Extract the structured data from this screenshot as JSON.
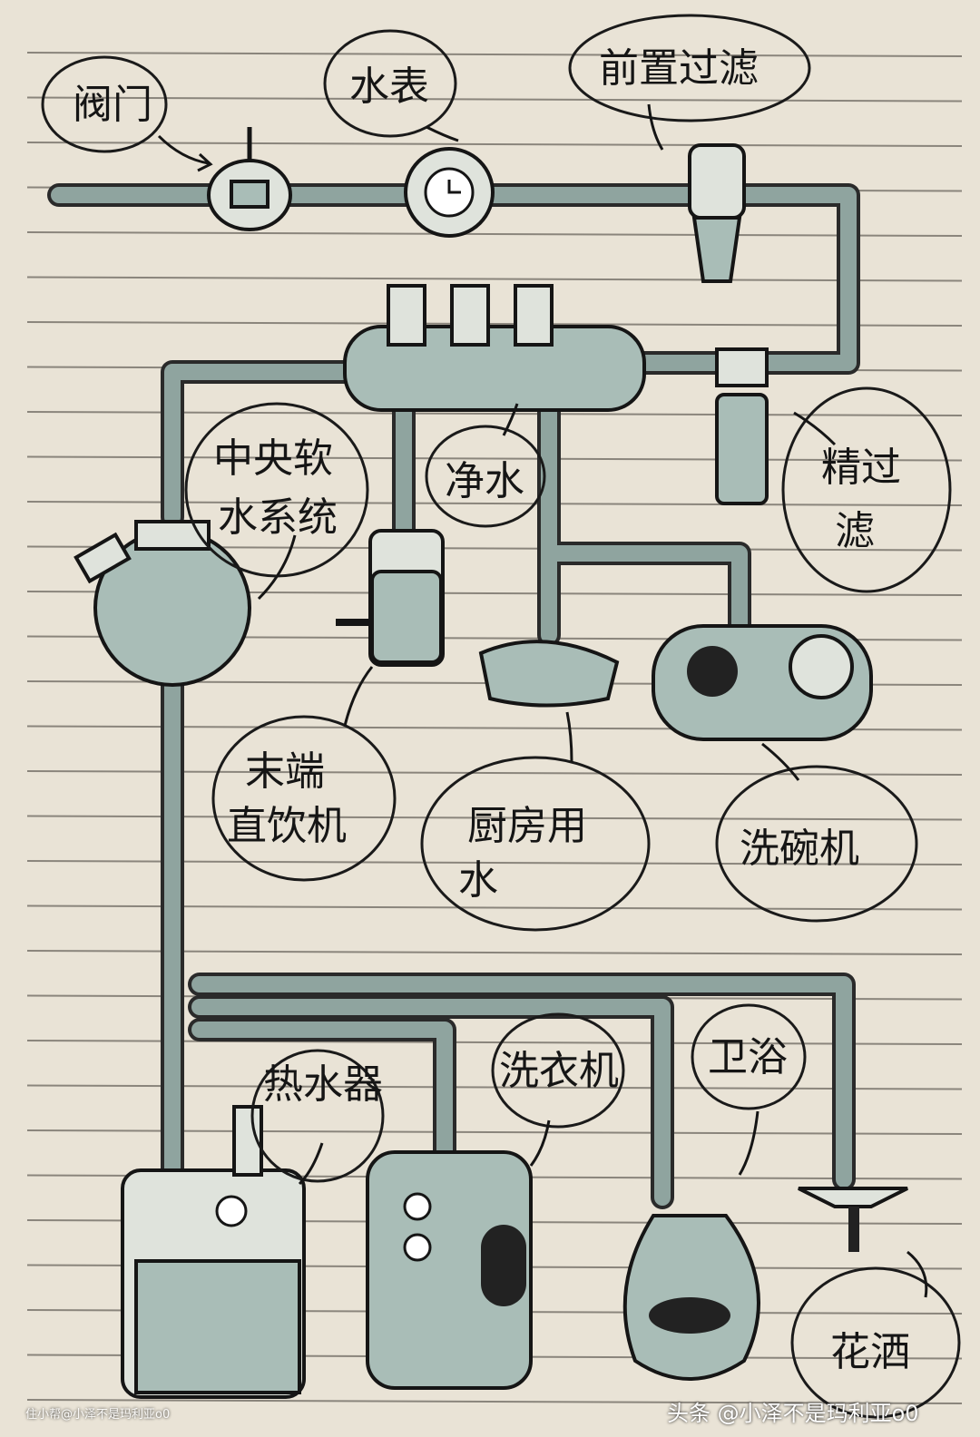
{
  "labels": {
    "valve": "阀门",
    "water_meter": "水表",
    "pre_filter": "前置过滤",
    "fine_filter": [
      "精过",
      "滤"
    ],
    "central_softener": [
      "中央软",
      "水系统"
    ],
    "purified_water": "净水",
    "terminal_drinker": [
      "末端",
      "直饮机"
    ],
    "kitchen_water": [
      "厨房用",
      "水"
    ],
    "dishwasher": "洗碗机",
    "water_heater": "热水器",
    "washing_machine": "洗衣机",
    "bathroom": "卫浴",
    "shower": "花洒"
  },
  "watermarks": {
    "left": "住小帮@小泽不是玛利亚o0",
    "right": "头条 @小泽不是玛利亚o0"
  },
  "colors": {
    "paper": "#e9e3d6",
    "ink": "#151515",
    "marker": "#a9bdb7"
  }
}
